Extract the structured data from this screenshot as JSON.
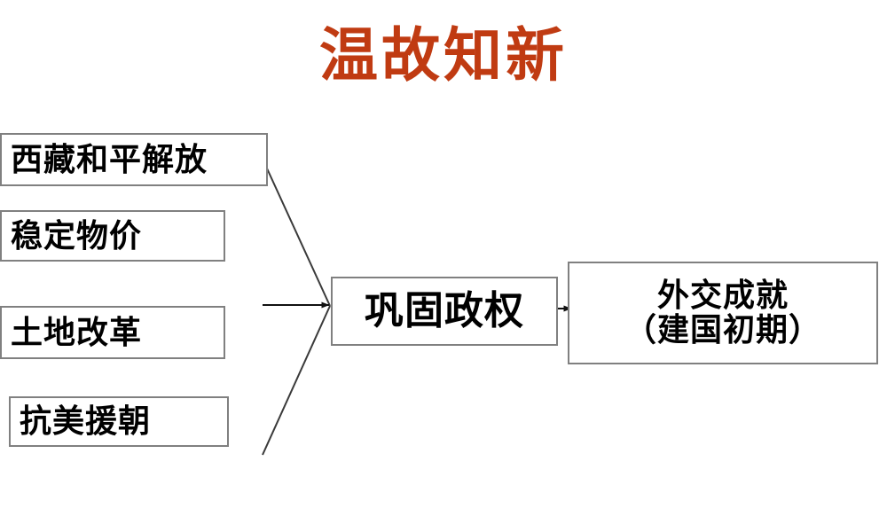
{
  "slide": {
    "title": "温故知新",
    "title_color": "#c03b12",
    "background_color": "#ffffff",
    "box_border_color": "#808080",
    "connector_color": "#3a3a3a"
  },
  "diagram": {
    "type": "flow",
    "left_nodes": [
      {
        "label": "西藏和平解放"
      },
      {
        "label": "稳定物价"
      },
      {
        "label": "土地改革"
      },
      {
        "label": "抗美援朝"
      }
    ],
    "center_node": {
      "label": "巩固政权"
    },
    "right_node": {
      "line1": "外交成就",
      "line2": "（建国初期）"
    },
    "connectors": [
      {
        "name": "diagonal-from-top-group",
        "from": "西藏和平解放",
        "to": "巩固政权"
      },
      {
        "name": "horizontal-arrow",
        "from": "土地改革",
        "to": "巩固政权",
        "arrowhead": true
      },
      {
        "name": "diagonal-from-bottom-group",
        "from": "抗美援朝",
        "to": "巩固政权"
      },
      {
        "name": "center-to-right-arrow",
        "from": "巩固政权",
        "to": "外交成就（建国初期）",
        "arrowhead": true
      }
    ]
  }
}
